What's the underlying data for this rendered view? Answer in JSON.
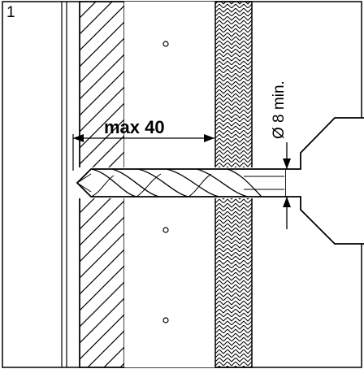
{
  "figure": {
    "step_number": "1",
    "depth_label": "max 40",
    "diameter_label": "Ø 8 min."
  },
  "colors": {
    "line": "#000000",
    "background": "#ffffff"
  },
  "icons": [
    "drill-bit-icon",
    "drill-chuck-icon"
  ]
}
